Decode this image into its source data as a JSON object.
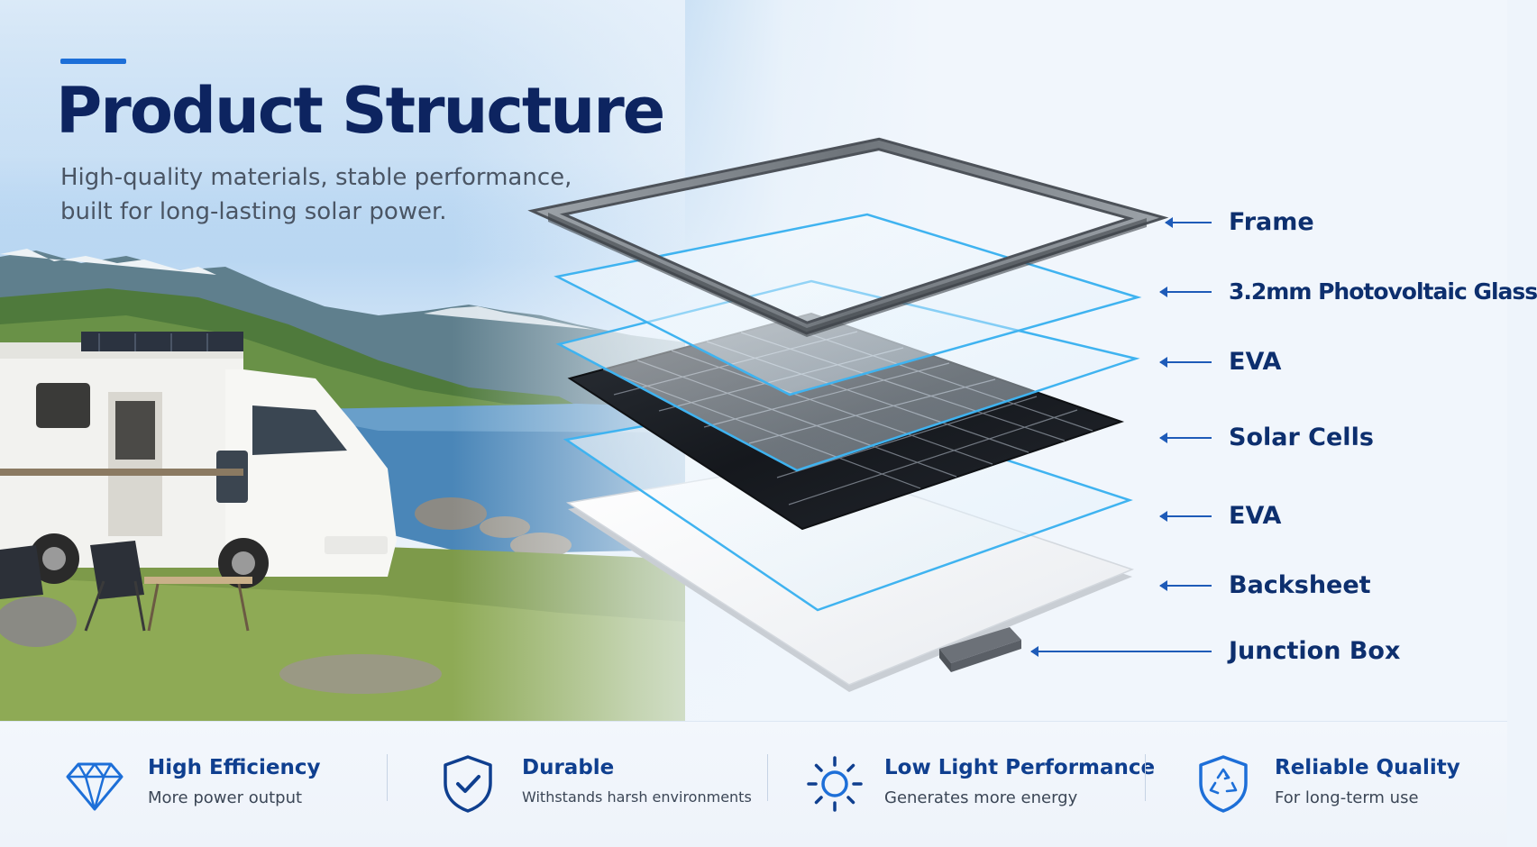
{
  "header": {
    "title": "Product Structure",
    "subtitle_line1": "High-quality materials, stable performance,",
    "subtitle_line2": "built for long-lasting solar power."
  },
  "layers": [
    {
      "label": "Frame"
    },
    {
      "label": "3.2mm Photovoltaic Glass"
    },
    {
      "label": "EVA"
    },
    {
      "label": "Solar Cells"
    },
    {
      "label": "EVA"
    },
    {
      "label": "Backsheet"
    },
    {
      "label": "Junction Box"
    }
  ],
  "features": [
    {
      "icon": "diamond-icon",
      "title": "High Efficiency",
      "description": "More power output"
    },
    {
      "icon": "shield-check-icon",
      "title": "Durable",
      "description": "Withstands harsh environments"
    },
    {
      "icon": "sun-icon",
      "title": "Low Light Performance",
      "description": "Generates more energy"
    },
    {
      "icon": "shield-recycle-icon",
      "title": "Reliable Quality",
      "description": "For long-term use"
    }
  ],
  "colors": {
    "title": "#0d2460",
    "accent": "#1d6fd8",
    "label": "#0d2f6e",
    "feature_title": "#0f3f8f",
    "glass_edge": "#3fb3f0"
  }
}
